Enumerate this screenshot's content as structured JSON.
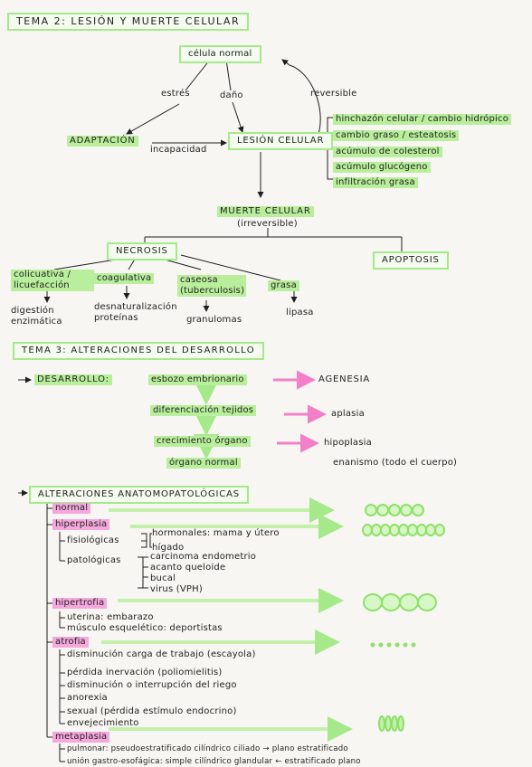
{
  "tema2": {
    "title": "TEMA 2: LESIÓN Y MUERTE CELULAR",
    "celula_normal": "célula normal",
    "estres": "estrés",
    "dano": "daño",
    "reversible": "reversible",
    "adaptacion": "ADAPTACIÓN",
    "incapacidad": "incapacidad",
    "lesion": "LESIÓN CELULAR",
    "lesion_items": [
      "hinchazón celular / cambio hidrópico",
      "cambio graso / esteatosis",
      "acúmulo de colesterol",
      "acúmulo glucógeno",
      "infiltración grasa"
    ],
    "muerte": "MUERTE CELULAR",
    "irreversible": "(irreversible)",
    "necrosis": "NECROSIS",
    "apoptosis": "APOPTOSIS",
    "necrosis_types": [
      {
        "name": "colicuativa / licuefacción",
        "result": "digestión enzimática"
      },
      {
        "name": "coagulativa",
        "result": "desnaturalización proteínas"
      },
      {
        "name": "caseosa (tuberculosis)",
        "result": "granulomas"
      },
      {
        "name": "grasa",
        "result": "lipasa"
      }
    ]
  },
  "tema3": {
    "title": "TEMA 3: ALTERACIONES DEL DESARROLLO",
    "desarrollo": "DESARROLLO:",
    "stages": [
      "esbozo embrionario",
      "diferenciación tejidos",
      "crecimiento órgano",
      "órgano normal"
    ],
    "defects": [
      "AGENESIA",
      "aplasia",
      "hipoplasia"
    ],
    "enanismo": "enanismo (todo el cuerpo)",
    "anatomo_title": "ALTERACIONES ANATOMOPATOLÓGICAS",
    "normal": "normal",
    "hiperplasia": "hiperplasia",
    "fisiologicas": "fisiológicas",
    "fisio_items": [
      "hormonales: mama y útero",
      "hígado"
    ],
    "patologicas": "patológicas",
    "pato_items": [
      "carcinoma endometrio",
      "acanto queloide",
      "bucal",
      "virus (VPH)"
    ],
    "hipertrofia": "hipertrofia",
    "hipertrofia_items": [
      "uterina: embarazo",
      "músculo esquelético: deportistas"
    ],
    "atrofia": "atrofia",
    "atrofia_items": [
      "disminución carga de trabajo (escayola)",
      "pérdida inervación (poliomielitis)",
      "disminución o interrupción del riego",
      "anorexia",
      "sexual (pérdida estímulo endocrino)",
      "envejecimiento"
    ],
    "metaplasia": "metaplasia",
    "metaplasia_items": [
      "pulmonar: pseudoestratificado cilíndrico ciliado → plano estratificado",
      "unión gastro-esofágica: simple cilíndrico glandular ← estratificado plano"
    ]
  },
  "colors": {
    "highlight_green": "#b9ef9c",
    "highlight_pink": "#f5a8dd",
    "arrow_green": "#b9ef9c",
    "arrow_pink": "#f27fc8",
    "ink": "#1f1f1f"
  }
}
